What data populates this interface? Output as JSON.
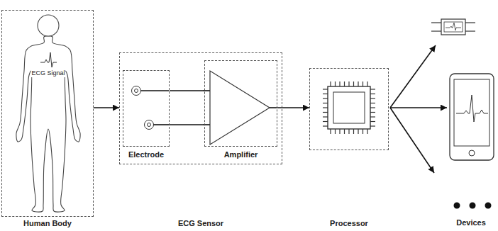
{
  "diagram": {
    "nodes": [
      {
        "text": [
          "Human Body"
        ]
      },
      {
        "text": [
          "ECG Sensor"
        ]
      },
      {
        "text": [
          "Electrode"
        ],
        "in": 1
      },
      {
        "text": [
          "Amplifier"
        ],
        "in": 1
      },
      {
        "text": [
          "Processor"
        ]
      }
    ],
    "edges": [
      {
        "from": 0,
        "to": 1,
        "arrow": "to"
      },
      {
        "from": 2,
        "to": 3,
        "arrow": "none"
      },
      {
        "from": 2,
        "to": 3,
        "arrow": "none"
      },
      {
        "from": 3,
        "to": 4,
        "arrow": "to"
      }
    ],
    "labels": [
      "ECG Signal",
      "Devices"
    ]
  }
}
